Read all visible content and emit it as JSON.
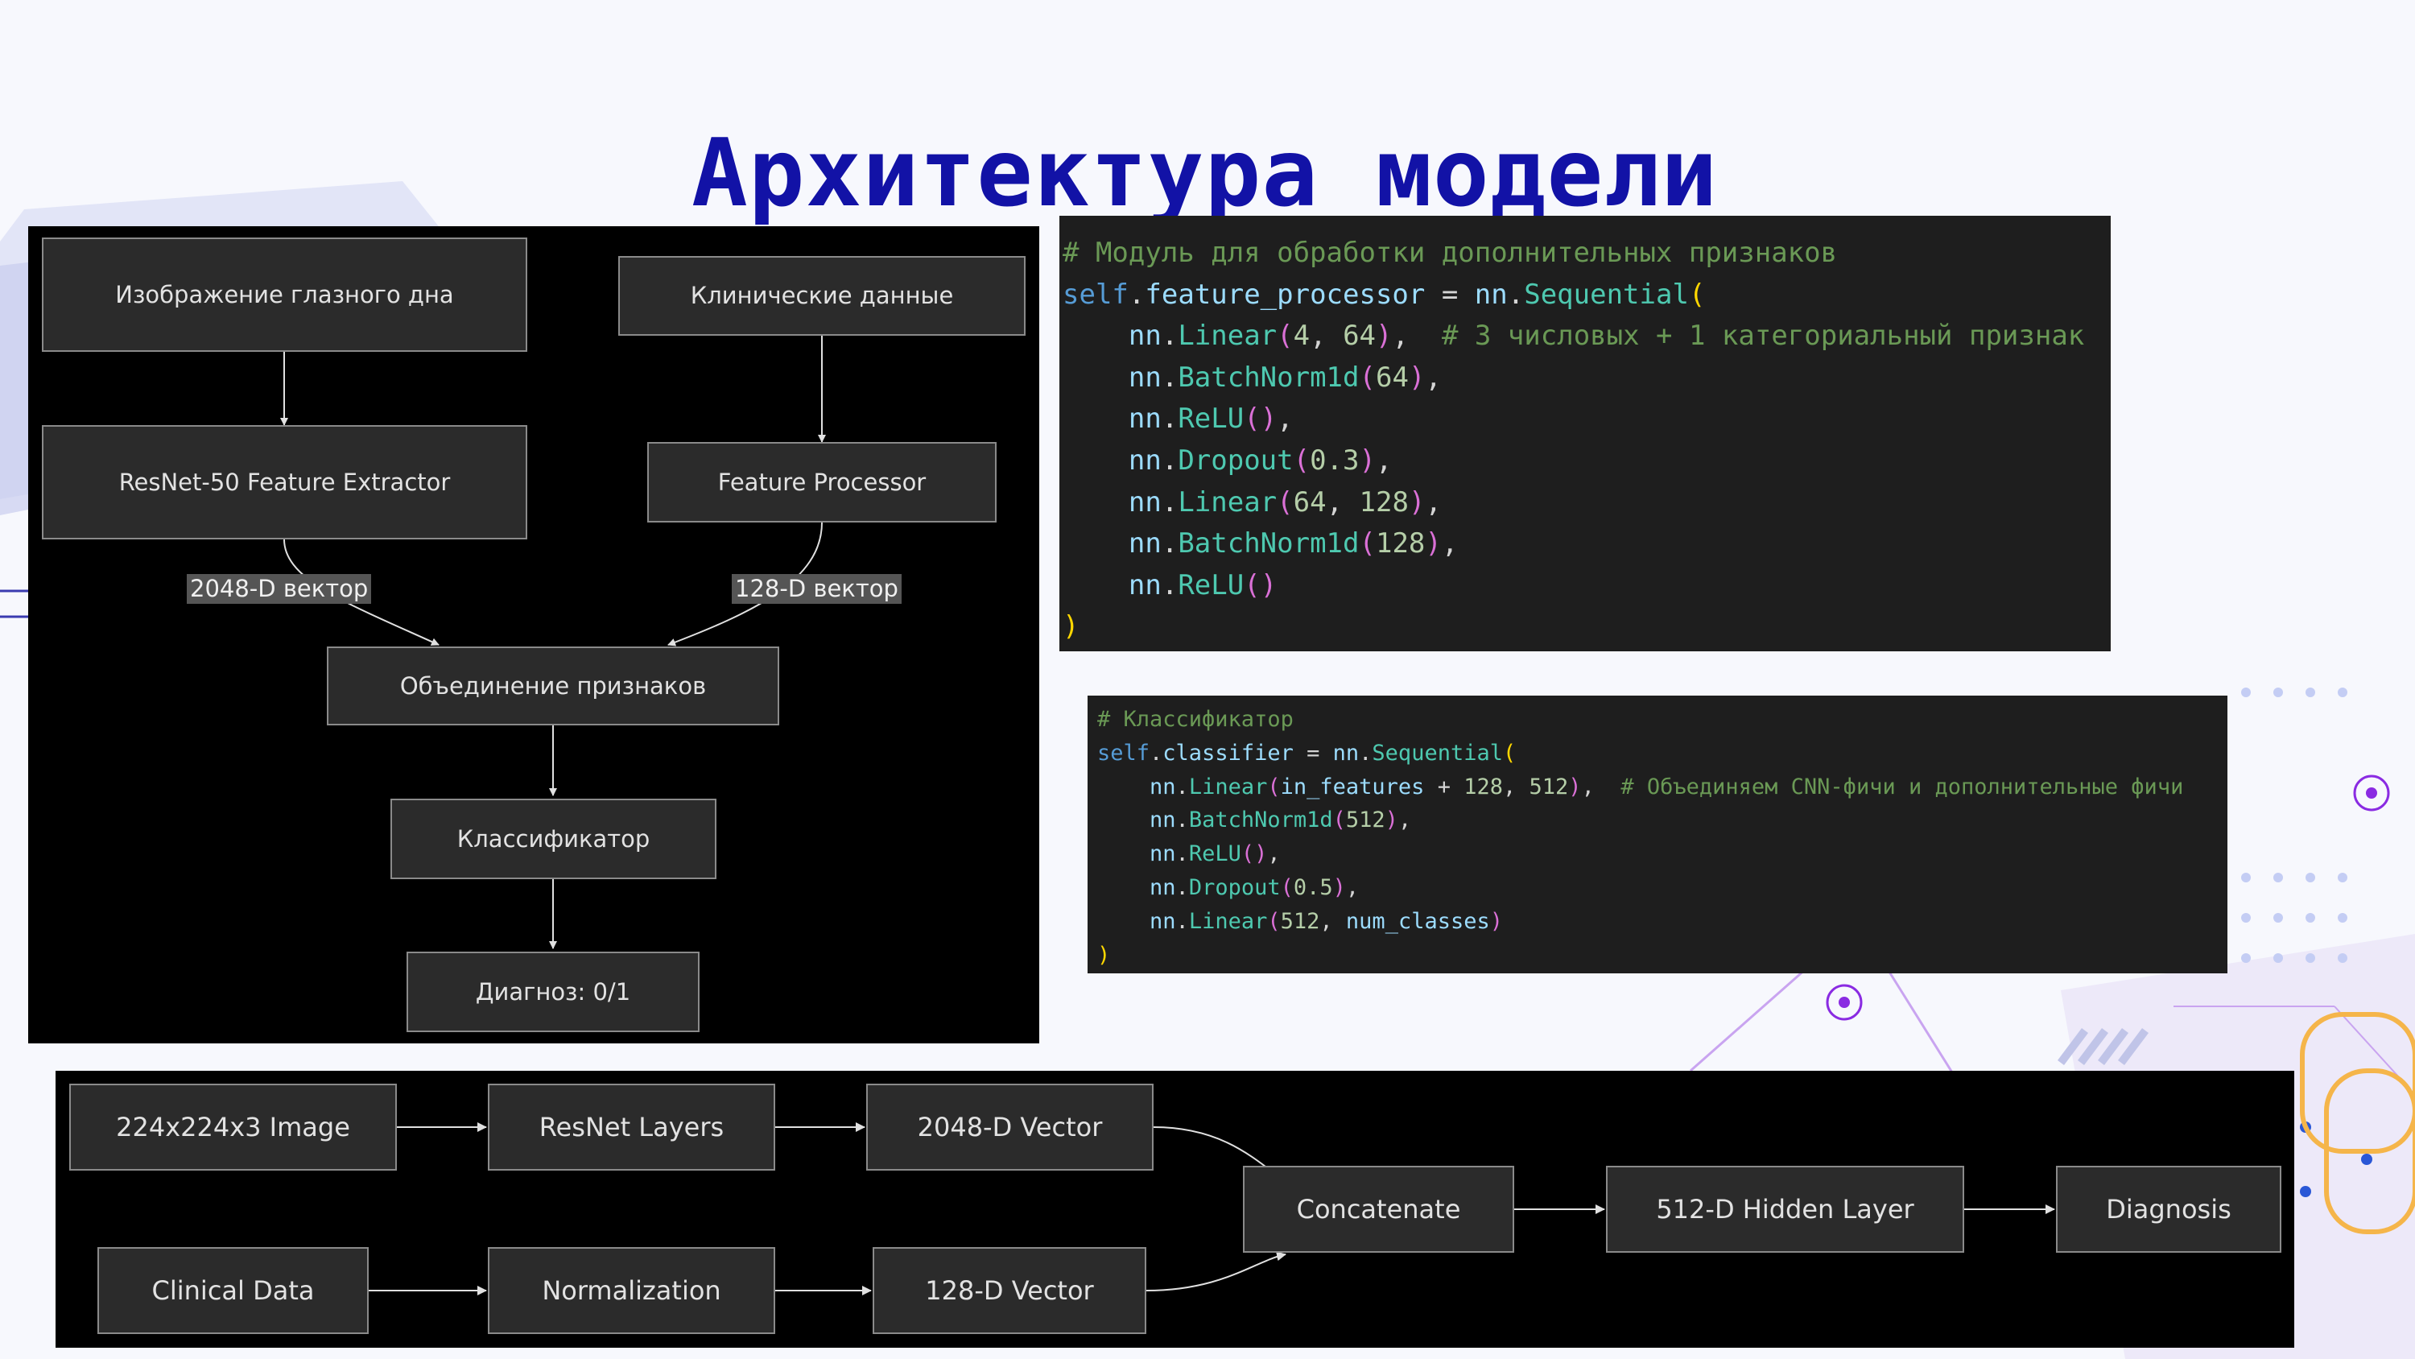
{
  "title": "Архитектура модели",
  "flowchart": {
    "nodes": {
      "image": "Изображение глазного дна",
      "clinical": "Клинические данные",
      "resnet": "ResNet-50 Feature Extractor",
      "processor": "Feature Processor",
      "merge": "Объединение признаков",
      "classifier": "Классификатор",
      "diagnosis": "Диагноз: 0/1"
    },
    "edge_labels": {
      "left": "2048-D вектор",
      "right": "128-D вектор"
    }
  },
  "code_feature": {
    "lines": [
      [
        [
          "c-com",
          "# Модуль для обработки дополнительных признаков"
        ]
      ],
      [
        [
          "c-kw",
          "self"
        ],
        [
          "c-op",
          "."
        ],
        [
          "c-var",
          "feature_processor"
        ],
        [
          "c-op",
          " = "
        ],
        [
          "c-var",
          "nn"
        ],
        [
          "c-op",
          "."
        ],
        [
          "c-cls",
          "Sequential"
        ],
        [
          "c-p",
          "("
        ]
      ],
      [
        [
          "c-op",
          "    "
        ],
        [
          "c-var",
          "nn"
        ],
        [
          "c-op",
          "."
        ],
        [
          "c-cls",
          "Linear"
        ],
        [
          "c-p2",
          "("
        ],
        [
          "c-num",
          "4"
        ],
        [
          "c-op",
          ", "
        ],
        [
          "c-num",
          "64"
        ],
        [
          "c-p2",
          ")"
        ],
        [
          "c-op",
          ",  "
        ],
        [
          "c-com",
          "# 3 числовых + 1 категориальный признак"
        ]
      ],
      [
        [
          "c-op",
          "    "
        ],
        [
          "c-var",
          "nn"
        ],
        [
          "c-op",
          "."
        ],
        [
          "c-cls",
          "BatchNorm1d"
        ],
        [
          "c-p2",
          "("
        ],
        [
          "c-num",
          "64"
        ],
        [
          "c-p2",
          ")"
        ],
        [
          "c-op",
          ","
        ]
      ],
      [
        [
          "c-op",
          "    "
        ],
        [
          "c-var",
          "nn"
        ],
        [
          "c-op",
          "."
        ],
        [
          "c-cls",
          "ReLU"
        ],
        [
          "c-p2",
          "()"
        ],
        [
          "c-op",
          ","
        ]
      ],
      [
        [
          "c-op",
          "    "
        ],
        [
          "c-var",
          "nn"
        ],
        [
          "c-op",
          "."
        ],
        [
          "c-cls",
          "Dropout"
        ],
        [
          "c-p2",
          "("
        ],
        [
          "c-num",
          "0.3"
        ],
        [
          "c-p2",
          ")"
        ],
        [
          "c-op",
          ","
        ]
      ],
      [
        [
          "c-op",
          "    "
        ],
        [
          "c-var",
          "nn"
        ],
        [
          "c-op",
          "."
        ],
        [
          "c-cls",
          "Linear"
        ],
        [
          "c-p2",
          "("
        ],
        [
          "c-num",
          "64"
        ],
        [
          "c-op",
          ", "
        ],
        [
          "c-num",
          "128"
        ],
        [
          "c-p2",
          ")"
        ],
        [
          "c-op",
          ","
        ]
      ],
      [
        [
          "c-op",
          "    "
        ],
        [
          "c-var",
          "nn"
        ],
        [
          "c-op",
          "."
        ],
        [
          "c-cls",
          "BatchNorm1d"
        ],
        [
          "c-p2",
          "("
        ],
        [
          "c-num",
          "128"
        ],
        [
          "c-p2",
          ")"
        ],
        [
          "c-op",
          ","
        ]
      ],
      [
        [
          "c-op",
          "    "
        ],
        [
          "c-var",
          "nn"
        ],
        [
          "c-op",
          "."
        ],
        [
          "c-cls",
          "ReLU"
        ],
        [
          "c-p2",
          "()"
        ]
      ],
      [
        [
          "c-p",
          ")"
        ]
      ]
    ]
  },
  "code_classifier": {
    "lines": [
      [
        [
          "c-com",
          "# Классификатор"
        ]
      ],
      [
        [
          "c-kw",
          "self"
        ],
        [
          "c-op",
          "."
        ],
        [
          "c-var",
          "classifier"
        ],
        [
          "c-op",
          " = "
        ],
        [
          "c-var",
          "nn"
        ],
        [
          "c-op",
          "."
        ],
        [
          "c-cls",
          "Sequential"
        ],
        [
          "c-p",
          "("
        ]
      ],
      [
        [
          "c-op",
          "    "
        ],
        [
          "c-var",
          "nn"
        ],
        [
          "c-op",
          "."
        ],
        [
          "c-cls",
          "Linear"
        ],
        [
          "c-p2",
          "("
        ],
        [
          "c-var",
          "in_features"
        ],
        [
          "c-op",
          " + "
        ],
        [
          "c-num",
          "128"
        ],
        [
          "c-op",
          ", "
        ],
        [
          "c-num",
          "512"
        ],
        [
          "c-p2",
          ")"
        ],
        [
          "c-op",
          ",  "
        ],
        [
          "c-com",
          "# Объединяем CNN-фичи и дополнительные фичи"
        ]
      ],
      [
        [
          "c-op",
          "    "
        ],
        [
          "c-var",
          "nn"
        ],
        [
          "c-op",
          "."
        ],
        [
          "c-cls",
          "BatchNorm1d"
        ],
        [
          "c-p2",
          "("
        ],
        [
          "c-num",
          "512"
        ],
        [
          "c-p2",
          ")"
        ],
        [
          "c-op",
          ","
        ]
      ],
      [
        [
          "c-op",
          "    "
        ],
        [
          "c-var",
          "nn"
        ],
        [
          "c-op",
          "."
        ],
        [
          "c-cls",
          "ReLU"
        ],
        [
          "c-p2",
          "()"
        ],
        [
          "c-op",
          ","
        ]
      ],
      [
        [
          "c-op",
          "    "
        ],
        [
          "c-var",
          "nn"
        ],
        [
          "c-op",
          "."
        ],
        [
          "c-cls",
          "Dropout"
        ],
        [
          "c-p2",
          "("
        ],
        [
          "c-num",
          "0.5"
        ],
        [
          "c-p2",
          ")"
        ],
        [
          "c-op",
          ","
        ]
      ],
      [
        [
          "c-op",
          "    "
        ],
        [
          "c-var",
          "nn"
        ],
        [
          "c-op",
          "."
        ],
        [
          "c-cls",
          "Linear"
        ],
        [
          "c-p2",
          "("
        ],
        [
          "c-num",
          "512"
        ],
        [
          "c-op",
          ", "
        ],
        [
          "c-var",
          "num_classes"
        ],
        [
          "c-p2",
          ")"
        ]
      ],
      [
        [
          "c-p",
          ")"
        ]
      ]
    ]
  },
  "pipeline": {
    "nodes": {
      "image": "224x224x3 Image",
      "resnet_layers": "ResNet Layers",
      "vec2048": "2048-D Vector",
      "clinical": "Clinical Data",
      "normalization": "Normalization",
      "vec128": "128-D Vector",
      "concat": "Concatenate",
      "hidden": "512-D Hidden Layer",
      "diagnosis": "Diagnosis"
    }
  }
}
